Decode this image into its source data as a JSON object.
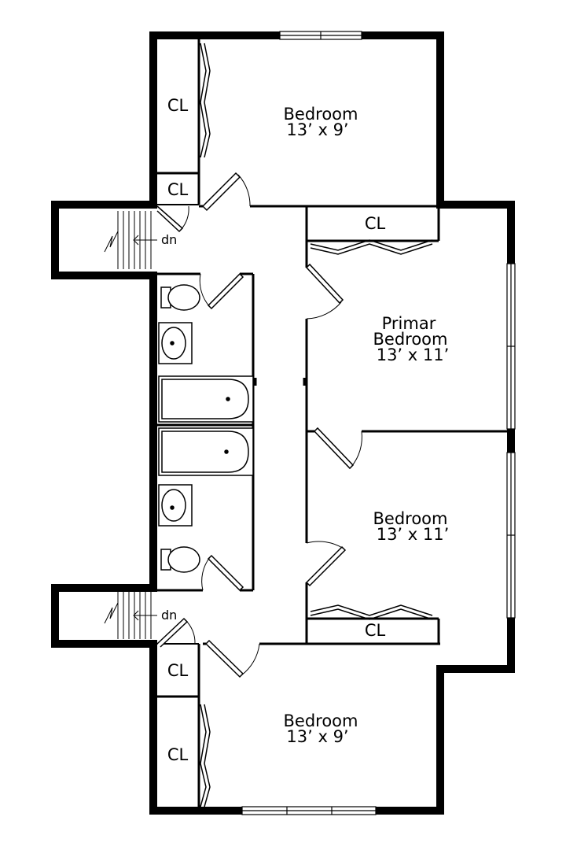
{
  "rooms": {
    "bedroom_top": {
      "name": "Bedroom",
      "size": "13’ x 9’"
    },
    "primary_bedroom": {
      "name_line1": "Primar",
      "name_line2": "Bedroom",
      "size": "13’ x 11’"
    },
    "bedroom_middle": {
      "name": "Bedroom",
      "size": "13’ x 11’"
    },
    "bedroom_bottom": {
      "name": "Bedroom",
      "size": "13’ x 9’"
    }
  },
  "closets": {
    "cl_top_left": "CL",
    "cl_top_small": "CL",
    "cl_primary": "CL",
    "cl_middle": "CL",
    "cl_bottom_small": "CL",
    "cl_bottom_left": "CL"
  },
  "stairs": {
    "top": "dn",
    "bottom": "dn"
  }
}
